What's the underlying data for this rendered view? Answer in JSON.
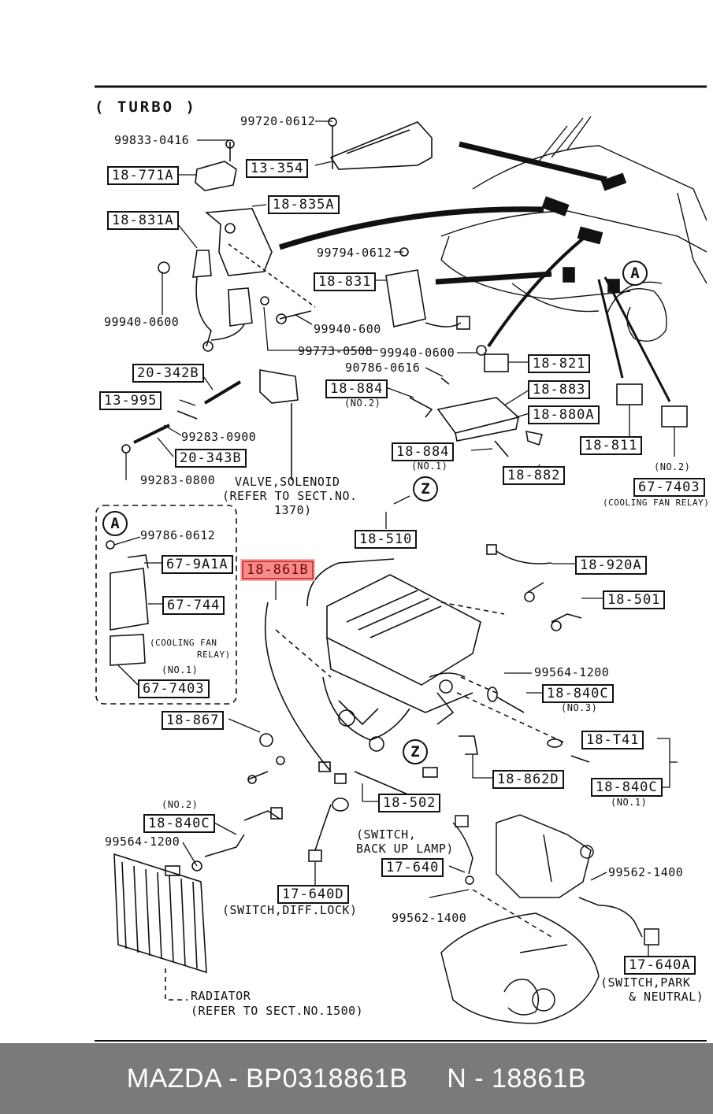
{
  "header": {
    "title": "( TURBO )"
  },
  "callouts": [
    {
      "id": "c1",
      "text": "18-771A"
    },
    {
      "id": "c2",
      "text": "13-354"
    },
    {
      "id": "c3",
      "text": "18-835A"
    },
    {
      "id": "c4",
      "text": "18-831A"
    },
    {
      "id": "c5",
      "text": "18-831"
    },
    {
      "id": "c6",
      "text": "20-342B"
    },
    {
      "id": "c7",
      "text": "13-995"
    },
    {
      "id": "c8",
      "text": "20-343B"
    },
    {
      "id": "c9",
      "text": "18-821"
    },
    {
      "id": "c10",
      "text": "18-884"
    },
    {
      "id": "c11",
      "text": "18-883"
    },
    {
      "id": "c12",
      "text": "18-880A"
    },
    {
      "id": "c13",
      "text": "18-884"
    },
    {
      "id": "c14",
      "text": "18-882"
    },
    {
      "id": "c15",
      "text": "18-811"
    },
    {
      "id": "c16",
      "text": "67-7403"
    },
    {
      "id": "c17",
      "text": "18-510"
    },
    {
      "id": "c18",
      "text": "67-9A1A"
    },
    {
      "id": "c19",
      "text": "18-861B",
      "highlighted": true
    },
    {
      "id": "c20",
      "text": "18-920A"
    },
    {
      "id": "c21",
      "text": "67-744"
    },
    {
      "id": "c22",
      "text": "18-501"
    },
    {
      "id": "c23",
      "text": "67-7403"
    },
    {
      "id": "c24",
      "text": "18-840C"
    },
    {
      "id": "c25",
      "text": "18-867"
    },
    {
      "id": "c26",
      "text": "18-T41"
    },
    {
      "id": "c27",
      "text": "18-862D"
    },
    {
      "id": "c28",
      "text": "18-840C"
    },
    {
      "id": "c29",
      "text": "18-502"
    },
    {
      "id": "c30",
      "text": "18-840C"
    },
    {
      "id": "c31",
      "text": "17-640"
    },
    {
      "id": "c32",
      "text": "17-640D"
    },
    {
      "id": "c33",
      "text": "17-640A"
    }
  ],
  "part_numbers": [
    {
      "id": "p1",
      "text": "99720-0612"
    },
    {
      "id": "p2",
      "text": "99833-0416"
    },
    {
      "id": "p3",
      "text": "99794-0612"
    },
    {
      "id": "p4",
      "text": "99940-0600"
    },
    {
      "id": "p5",
      "text": "99940-600"
    },
    {
      "id": "p6",
      "text": "99773-0508"
    },
    {
      "id": "p7",
      "text": "99940-0600"
    },
    {
      "id": "p8",
      "text": "90786-0616"
    },
    {
      "id": "p9",
      "text": "99283-0900"
    },
    {
      "id": "p10",
      "text": "99283-0800"
    },
    {
      "id": "p11",
      "text": "99786-0612"
    },
    {
      "id": "p12",
      "text": "99564-1200"
    },
    {
      "id": "p13",
      "text": "99564-1200"
    },
    {
      "id": "p14",
      "text": "99562-1400"
    },
    {
      "id": "p15",
      "text": "99562-1400"
    }
  ],
  "notes": [
    {
      "id": "n1",
      "text": "(NO.2)"
    },
    {
      "id": "n2",
      "text": "(NO.1)"
    },
    {
      "id": "n3",
      "text": "(NO.2)"
    },
    {
      "id": "n4",
      "text": "(COOLING FAN RELAY)"
    },
    {
      "id": "n5",
      "text": "(COOLING FAN"
    },
    {
      "id": "n6",
      "text": "RELAY)"
    },
    {
      "id": "n7",
      "text": "(NO.1)"
    },
    {
      "id": "n8",
      "text": "(NO.3)"
    },
    {
      "id": "n9",
      "text": "(NO.1)"
    },
    {
      "id": "n10",
      "text": "(NO.2)"
    }
  ],
  "labels": [
    {
      "id": "l1",
      "text": "VALVE,SOLENOID"
    },
    {
      "id": "l2",
      "text": "(REFER TO SECT.NO."
    },
    {
      "id": "l3",
      "text": "1370)"
    },
    {
      "id": "l4",
      "text": "(SWITCH,"
    },
    {
      "id": "l5",
      "text": "BACK UP LAMP)"
    },
    {
      "id": "l6",
      "text": "(SWITCH,DIFF.LOCK)"
    },
    {
      "id": "l7",
      "text": "(SWITCH,PARK"
    },
    {
      "id": "l8",
      "text": "& NEUTRAL)"
    },
    {
      "id": "l9",
      "text": "RADIATOR"
    },
    {
      "id": "l10",
      "text": "(REFER TO SECT.NO.1500)"
    }
  ],
  "markers": [
    {
      "id": "m1",
      "text": "A"
    },
    {
      "id": "m2",
      "text": "A"
    },
    {
      "id": "m3",
      "text": "Z"
    },
    {
      "id": "m4",
      "text": "Z"
    }
  ],
  "footer": {
    "brand": "MAZDA",
    "part_number": "BP0318861B",
    "ref_prefix": "N",
    "ref_number": "18861B"
  },
  "colors": {
    "highlight_fill": "#f58a8a",
    "highlight_border": "#d23a3a",
    "footer_bg": "#7a7a7a"
  }
}
